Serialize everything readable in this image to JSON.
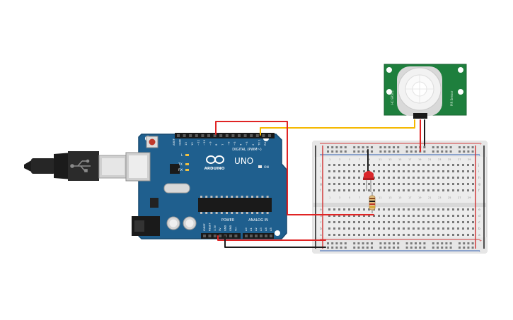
{
  "canvas": {
    "background": "#ffffff"
  },
  "arduino": {
    "board_name": "UNO",
    "brand": "ARDUINO",
    "digital_header_label": "DIGITAL (PWM~)",
    "analog_header_label": "ANALOG IN",
    "power_header_label": "POWER",
    "on_led_label": "ON",
    "l_led_label": "L",
    "tx_label": "TX",
    "rx_label": "RX",
    "digital_pins": [
      "AREF",
      "GND",
      "13",
      "12",
      "~11",
      "~10",
      "~9",
      "8",
      "7",
      "~6",
      "~5",
      "4",
      "~3",
      "2",
      "TX 1",
      "RX 0"
    ],
    "power_pins": [
      "IOREF",
      "RESET",
      "3.3V",
      "5V",
      "GND",
      "GND",
      "Vin"
    ],
    "analog_pins": [
      "A0",
      "A1",
      "A2",
      "A3",
      "A4",
      "A5"
    ],
    "board_color": "#1f5f8e"
  },
  "pir_sensor": {
    "left_label": "HC-SR501",
    "right_label": "PIR Sensor",
    "board_color": "#1e7f3d"
  },
  "breadboard": {
    "row_letters_top": [
      "j",
      "i",
      "h",
      "g",
      "f"
    ],
    "row_letters_bottom": [
      "e",
      "d",
      "c",
      "b",
      "a"
    ],
    "column_numbers": [
      "1",
      "3",
      "5",
      "7",
      "9",
      "11",
      "13",
      "15",
      "17",
      "19",
      "21",
      "23",
      "25",
      "27",
      "29"
    ],
    "rail_plus": "+",
    "rail_minus": "-"
  },
  "led": {
    "color": "#d9262b"
  },
  "wires": {
    "power": "#e02424",
    "ground": "#1c1c1c",
    "signal": "#f5b800"
  },
  "usb_cable": {
    "color": "#1b1b1b"
  }
}
